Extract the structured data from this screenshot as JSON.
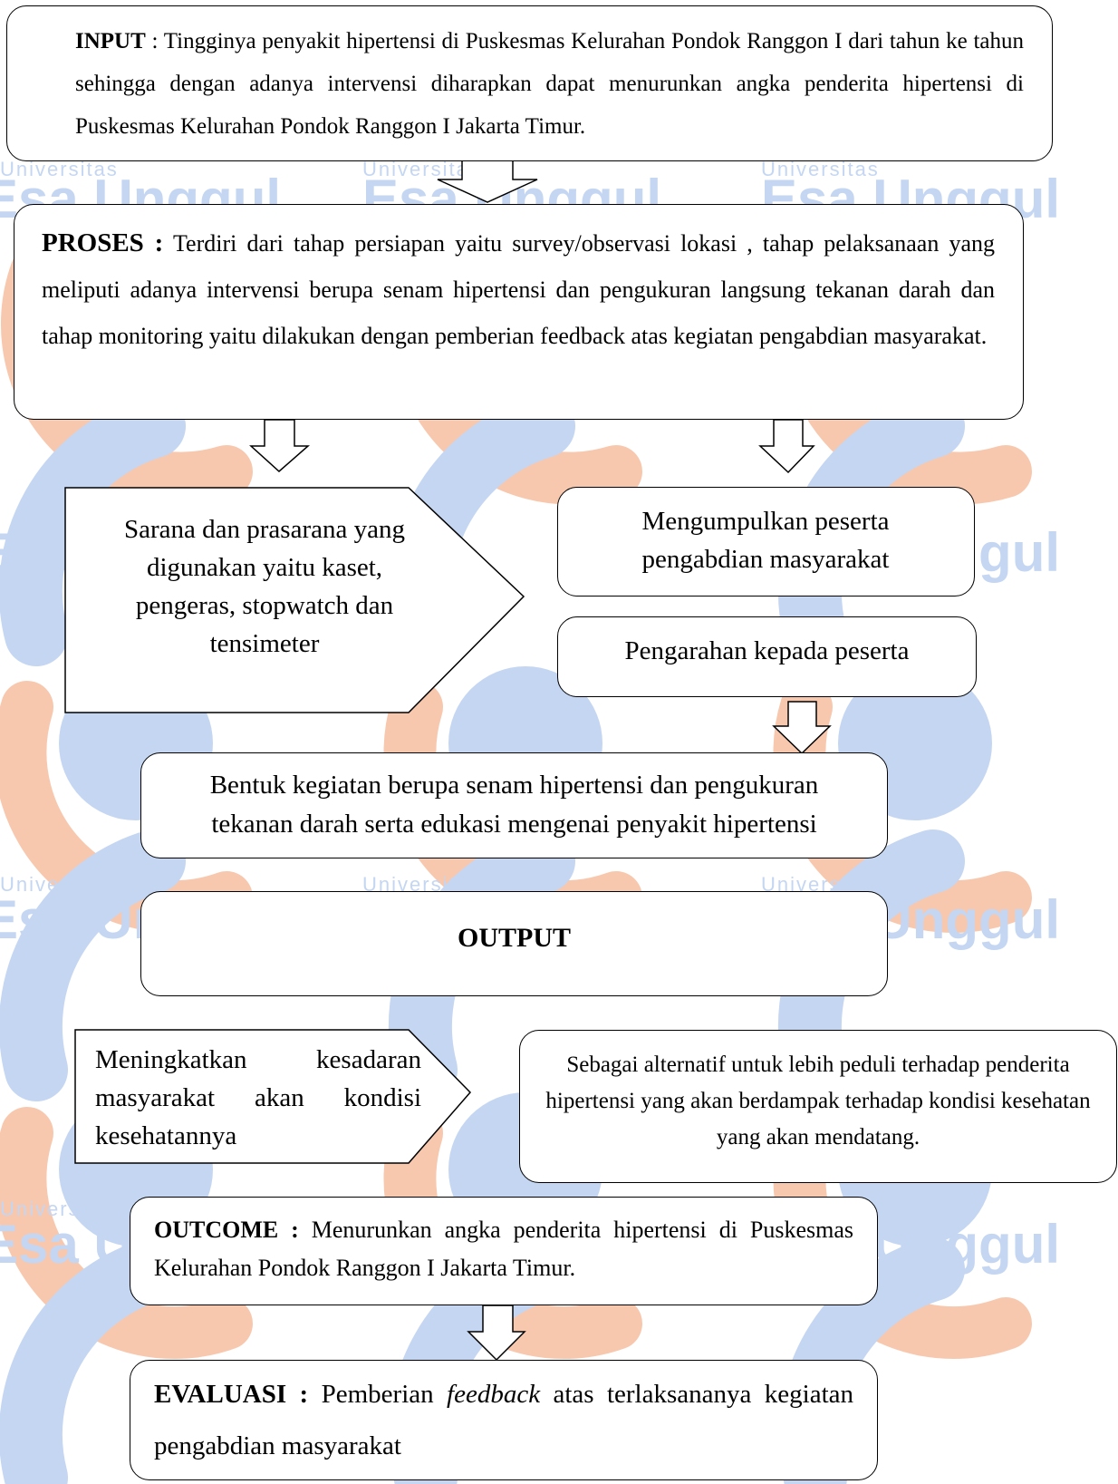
{
  "watermark": {
    "brand": "Esa Unggul",
    "small": "Universitas",
    "colors": {
      "blue": "#c4d6f2",
      "orange": "#f7c8ae"
    }
  },
  "input": {
    "label": "INPUT",
    "text": " : Tingginya penyakit hipertensi di Puskesmas Kelurahan Pondok Ranggon I dari tahun ke tahun sehingga dengan adanya intervensi diharapkan dapat menurunkan angka penderita hipertensi di Puskesmas Kelurahan Pondok Ranggon I Jakarta Timur."
  },
  "proses": {
    "label": "PROSES :",
    "text": " Terdiri dari tahap persiapan yaitu survey/observasi lokasi , tahap pelaksanaan yang meliputi adanya intervensi berupa senam hipertensi dan pengukuran langsung tekanan darah dan tahap monitoring yaitu dilakukan dengan pemberian feedback atas kegiatan pengabdian masyarakat."
  },
  "sarana": {
    "text": "Sarana dan prasarana yang digunakan yaitu kaset, pengeras, stopwatch dan tensimeter"
  },
  "mengumpulkan": {
    "text": "Mengumpulkan peserta pengabdian masyarakat"
  },
  "pengarahan": {
    "text": "Pengarahan kepada peserta"
  },
  "bentuk": {
    "text": "Bentuk kegiatan berupa senam hipertensi dan pengukuran tekanan darah serta edukasi mengenai penyakit hipertensi"
  },
  "output": {
    "label": "OUTPUT"
  },
  "meningkatkan": {
    "text": "Meningkatkan kesadaran masyarakat akan kondisi kesehatannya"
  },
  "sebagai": {
    "text": "Sebagai alternatif untuk lebih peduli terhadap penderita hipertensi yang akan berdampak terhadap kondisi kesehatan yang akan mendatang."
  },
  "outcome": {
    "label": "OUTCOME :",
    "text": " Menurunkan angka penderita hipertensi di Puskesmas Kelurahan Pondok Ranggon I Jakarta Timur."
  },
  "evaluasi": {
    "label": "EVALUASI :",
    "text_before": " Pemberian ",
    "emph": "feedback",
    "text_after": " atas terlaksananya kegiatan pengabdian masyarakat"
  }
}
